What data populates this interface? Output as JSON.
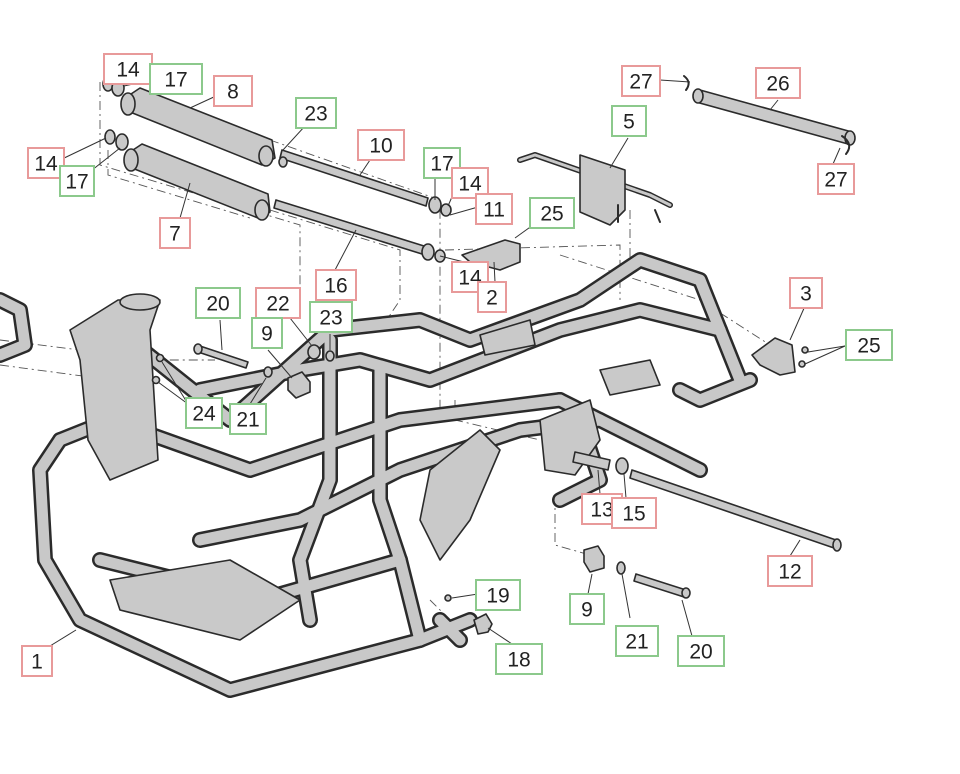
{
  "colors": {
    "red_callout": "#e89a9a",
    "green_callout": "#8cc98c",
    "part_fill": "#c9c9c9",
    "outline": "#2b2b2b"
  },
  "callouts": [
    {
      "id": "c14a",
      "text": "14",
      "color": "red"
    },
    {
      "id": "c17a",
      "text": "17",
      "color": "green"
    },
    {
      "id": "c8",
      "text": "8",
      "color": "red"
    },
    {
      "id": "c23a",
      "text": "23",
      "color": "green"
    },
    {
      "id": "c10",
      "text": "10",
      "color": "red"
    },
    {
      "id": "c17b",
      "text": "17",
      "color": "green"
    },
    {
      "id": "c14b",
      "text": "14",
      "color": "red"
    },
    {
      "id": "c11",
      "text": "11",
      "color": "red"
    },
    {
      "id": "c14c",
      "text": "14",
      "color": "red"
    },
    {
      "id": "c17c",
      "text": "17",
      "color": "green"
    },
    {
      "id": "c7",
      "text": "7",
      "color": "red"
    },
    {
      "id": "c16",
      "text": "16",
      "color": "red"
    },
    {
      "id": "c14d",
      "text": "14",
      "color": "red"
    },
    {
      "id": "c2",
      "text": "2",
      "color": "red"
    },
    {
      "id": "c25a",
      "text": "25",
      "color": "green"
    },
    {
      "id": "c5",
      "text": "5",
      "color": "green"
    },
    {
      "id": "c27a",
      "text": "27",
      "color": "red"
    },
    {
      "id": "c26",
      "text": "26",
      "color": "red"
    },
    {
      "id": "c27b",
      "text": "27",
      "color": "red"
    },
    {
      "id": "c3",
      "text": "3",
      "color": "red"
    },
    {
      "id": "c25b",
      "text": "25",
      "color": "green"
    },
    {
      "id": "c20a",
      "text": "20",
      "color": "green"
    },
    {
      "id": "c22",
      "text": "22",
      "color": "red"
    },
    {
      "id": "c23b",
      "text": "23",
      "color": "green"
    },
    {
      "id": "c9a",
      "text": "9",
      "color": "green"
    },
    {
      "id": "c24",
      "text": "24",
      "color": "green"
    },
    {
      "id": "c21a",
      "text": "21",
      "color": "green"
    },
    {
      "id": "c13",
      "text": "13",
      "color": "red"
    },
    {
      "id": "c15",
      "text": "15",
      "color": "red"
    },
    {
      "id": "c12",
      "text": "12",
      "color": "red"
    },
    {
      "id": "c19",
      "text": "19",
      "color": "green"
    },
    {
      "id": "c18",
      "text": "18",
      "color": "green"
    },
    {
      "id": "c9b",
      "text": "9",
      "color": "green"
    },
    {
      "id": "c21b",
      "text": "21",
      "color": "green"
    },
    {
      "id": "c20b",
      "text": "20",
      "color": "green"
    },
    {
      "id": "c1",
      "text": "1",
      "color": "red"
    }
  ]
}
